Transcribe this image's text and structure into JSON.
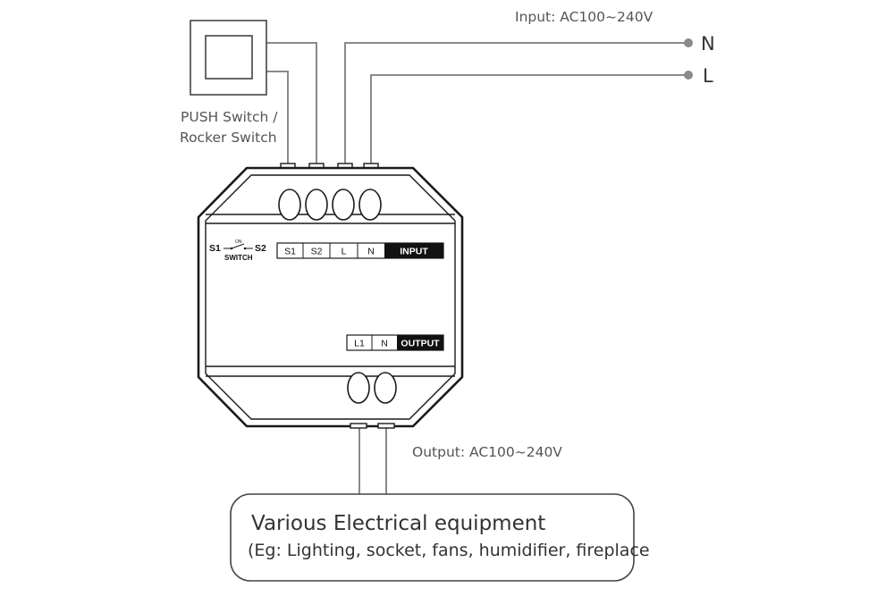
{
  "input": {
    "label": "Input: AC100~240V",
    "n_label": "N",
    "l_label": "L"
  },
  "output": {
    "label": "Output: AC100~240V"
  },
  "switch": {
    "caption_line1": "PUSH Switch /",
    "caption_line2": "Rocker Switch"
  },
  "device": {
    "switch_symbol": {
      "left": "S1",
      "right": "S2",
      "name": "SWITCH",
      "mark": "ON"
    },
    "input_terminals": [
      "S1",
      "S2",
      "L",
      "N"
    ],
    "input_header": "INPUT",
    "output_terminals": [
      "L1",
      "N"
    ],
    "output_header": "OUTPUT"
  },
  "equipment": {
    "title": "Various Electrical equipment",
    "subtitle": "(Eg: Lighting, socket, fans, humidifier, fireplace"
  },
  "colors": {
    "wire": "#8a8a8a",
    "outline": "#1a1a1a",
    "text": "#333333"
  }
}
